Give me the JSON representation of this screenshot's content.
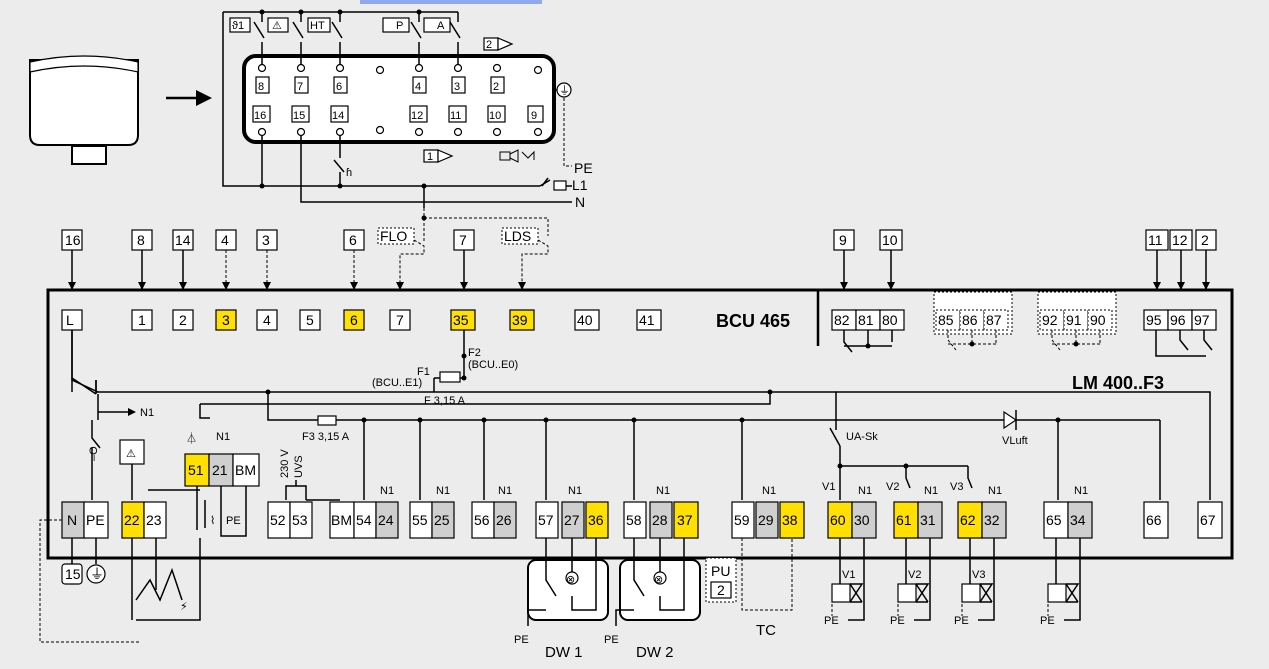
{
  "title": "BCU 465",
  "subtitle": "LM 400..F3",
  "top_wires": [
    "16",
    "8",
    "14",
    "4",
    "3",
    "6",
    "7",
    "9",
    "10",
    "11",
    "12",
    "2"
  ],
  "dashed_labels": [
    "FLO",
    "LDS"
  ],
  "bcu_top": [
    "L",
    "1",
    "2",
    "3",
    "4",
    "5",
    "6",
    "7",
    "35",
    "39",
    "40",
    "41"
  ],
  "lm_groups": [
    [
      "82",
      "81",
      "80"
    ],
    [
      "85",
      "86",
      "87"
    ],
    [
      "92",
      "91",
      "90"
    ],
    [
      "95",
      "96",
      "97"
    ]
  ],
  "bottom": [
    "N",
    "PE",
    "22",
    "23",
    "52",
    "53",
    "BM",
    "54",
    "24",
    "55",
    "25",
    "56",
    "26",
    "57",
    "27",
    "36",
    "58",
    "28",
    "37",
    "59",
    "29",
    "38",
    "60",
    "30",
    "61",
    "31",
    "62",
    "32",
    "65",
    "34",
    "66",
    "67"
  ],
  "labels": {
    "n1": "N1",
    "l": "L",
    "n": "N",
    "pe": "PE",
    "l1": "L1",
    "f1": "F1",
    "f1_sub": "(BCU..E1)",
    "f2": "F2",
    "f2_sub": "(BCU..E0)",
    "fuse1": "F 3,15 A",
    "fuse3": "F3 3,15 A",
    "bm": "BM",
    "uvs": "UVS",
    "v230": "230 V",
    "ua": "UA-Sk",
    "vluft": "VLuft",
    "v1": "V1",
    "v2": "V2",
    "v3": "V3",
    "dw1": "DW 1",
    "dw2": "DW 2",
    "tc": "TC",
    "pu": "PU",
    "pu2": "2",
    "t15": "15",
    "t51": "51",
    "t21": "21"
  },
  "plug_top": [
    "8",
    "7",
    "6",
    "4",
    "3",
    "2"
  ],
  "plug_bottom": [
    "16",
    "15",
    "14",
    "12",
    "11",
    "10",
    "9"
  ],
  "plug_symbols": [
    "ϑ1",
    "⚠",
    "HT",
    "P",
    "A"
  ]
}
